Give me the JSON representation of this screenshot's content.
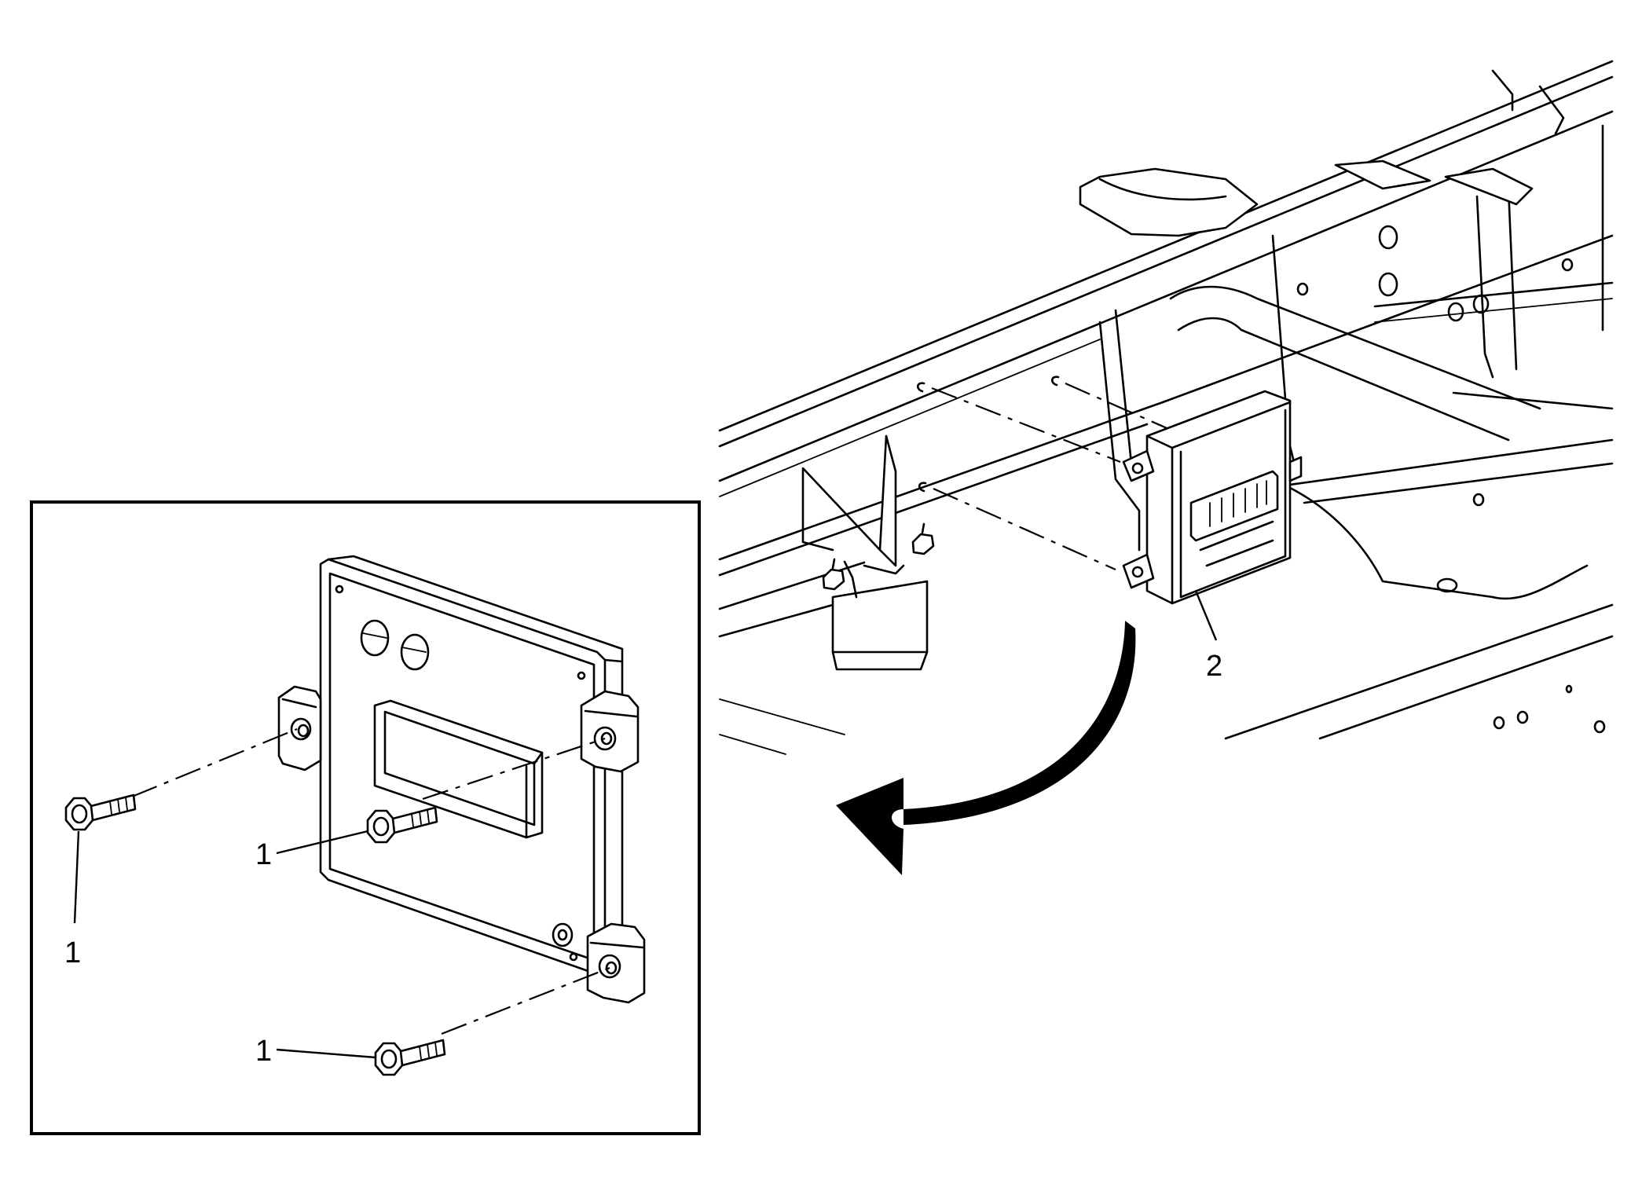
{
  "callouts": {
    "inset_bolt_left": "1",
    "inset_bolt_middle": "1",
    "inset_bolt_bottom": "1",
    "module": "2"
  },
  "parts": {
    "bolt_icon": "bolt-icon",
    "module_icon": "control-module-icon",
    "arrow_icon": "removal-arrow-icon",
    "frame_icon": "vehicle-frame-icon"
  }
}
